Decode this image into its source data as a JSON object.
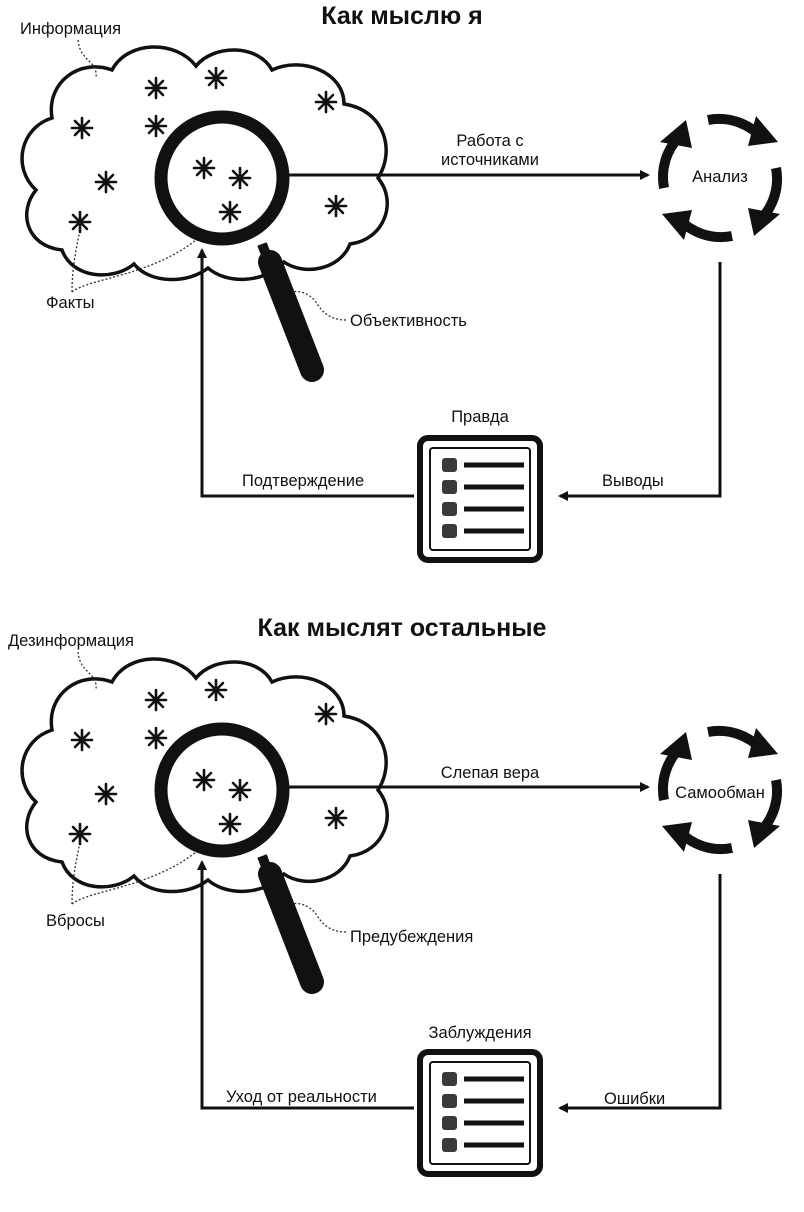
{
  "diagrams": [
    {
      "title": "Как мыслю я",
      "cloud_label": "Информация",
      "stars_label": "Факты",
      "lens_label": "Объективность",
      "arrow_right_label_line1": "Работа с",
      "arrow_right_label_line2": "источниками",
      "cycle_label": "Анализ",
      "arrow_down_label": "Выводы",
      "document_label": "Правда",
      "arrow_back_label": "Подтверждение"
    },
    {
      "title": "Как мыслят остальные",
      "cloud_label": "Дезинформация",
      "stars_label": "Вбросы",
      "lens_label": "Предубеждения",
      "arrow_right_label_line1": "Слепая вера",
      "arrow_right_label_line2": "",
      "cycle_label": "Самообман",
      "arrow_down_label": "Ошибки",
      "document_label": "Заблуждения",
      "arrow_back_label": "Уход от реальности"
    }
  ],
  "colors": {
    "ink": "#111111",
    "paper": "#ffffff",
    "bullet": "#3a3a3a"
  },
  "icons": [
    "cloud-icon",
    "star-icon",
    "magnifier-icon",
    "cycle-arrows-icon",
    "document-list-icon"
  ]
}
